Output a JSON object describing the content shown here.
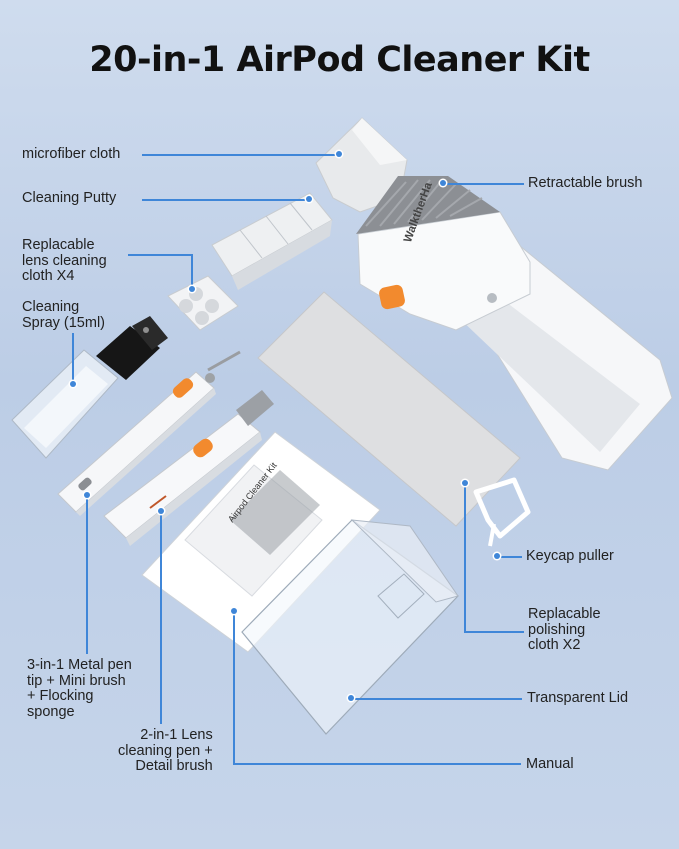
{
  "title": "20-in-1 AirPod Cleaner Kit",
  "brand": "WalktherHa",
  "manual_cover_text": "Airpod Cleaner Kit",
  "labels": {
    "microfiber_cloth": "microfiber cloth",
    "cleaning_putty": "Cleaning Putty",
    "lens_cloth": [
      "Replacable",
      "lens cleaning",
      "cloth X4"
    ],
    "cleaning_spray": [
      "Cleaning",
      "Spray (15ml)"
    ],
    "retractable_brush": "Retractable brush",
    "keycap_puller": "Keycap puller",
    "polishing_cloth": [
      "Replacable",
      "polishing",
      "cloth X2"
    ],
    "transparent_lid": "Transparent Lid",
    "manual": "Manual",
    "metal_pen": [
      "3-in-1 Metal pen",
      "tip + Mini brush",
      "+ Flocking",
      "sponge"
    ],
    "lens_pen": [
      "2-in-1 Lens",
      "cleaning pen +",
      "Detail brush"
    ]
  },
  "colors": {
    "accent_line": "#3f86d8",
    "orange": "#f28a2e",
    "product_white": "#f4f5f7",
    "bristle_gray": "#8d8f93"
  }
}
